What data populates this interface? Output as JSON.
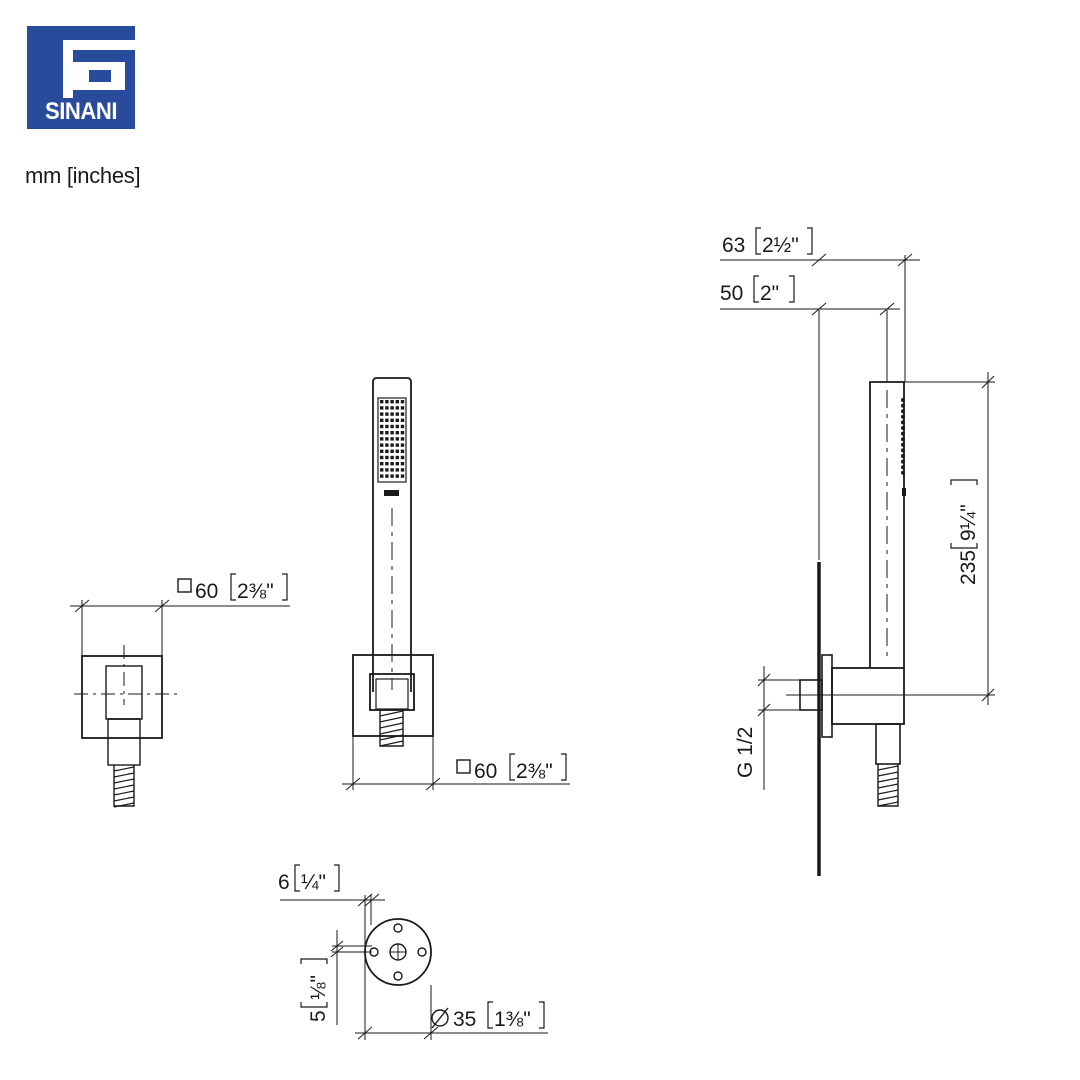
{
  "brand": {
    "name": "SINANI",
    "color": "#2a4b9b"
  },
  "units_label": "mm [inches]",
  "dimensions": {
    "square_left": {
      "mm": "60",
      "inch": "2⅜\"",
      "symbol": "square"
    },
    "square_front": {
      "mm": "60",
      "inch": "2⅜\"",
      "symbol": "square"
    },
    "depth_total": {
      "mm": "63",
      "inch": "2½\""
    },
    "depth_hose": {
      "mm": "50",
      "inch": "2\""
    },
    "height": {
      "mm": "235",
      "inch": "9¼\""
    },
    "thread": {
      "label": "G 1/2"
    },
    "plate_thick": {
      "mm": "6",
      "inch": "¼\""
    },
    "offset": {
      "mm": "5",
      "inch": "⅛\""
    },
    "diameter": {
      "mm": "35",
      "inch": "1⅜\"",
      "symbol": "diameter"
    }
  }
}
